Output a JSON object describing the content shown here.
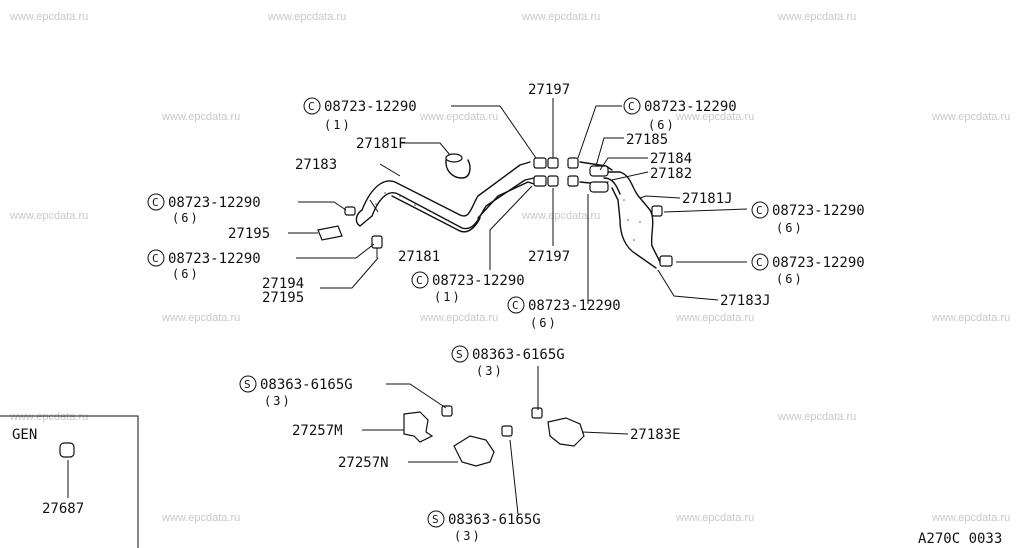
{
  "watermark": "www.epcdata.ru",
  "figure_code": "A270C 0033",
  "gen_label": "GEN",
  "callouts": {
    "c1": {
      "symbol": "C",
      "part": "08723-12290",
      "qty": "(1)"
    },
    "c2": {
      "symbol": "C",
      "part": "08723-12290",
      "qty": "(6)"
    },
    "c3": {
      "symbol": "C",
      "part": "08723-12290",
      "qty": "(6)"
    },
    "c4": {
      "symbol": "C",
      "part": "08723-12290",
      "qty": "(6)"
    },
    "c5": {
      "symbol": "C",
      "part": "08723-12290",
      "qty": "(6)"
    },
    "c6": {
      "symbol": "C",
      "part": "08723-12290",
      "qty": "(6)"
    },
    "c7": {
      "symbol": "C",
      "part": "08723-12290",
      "qty": "(1)"
    },
    "c8": {
      "symbol": "C",
      "part": "08723-12290",
      "qty": "(6)"
    },
    "s1": {
      "symbol": "S",
      "part": "08363-6165G",
      "qty": "(3)"
    },
    "s2": {
      "symbol": "S",
      "part": "08363-6165G",
      "qty": "(3)"
    },
    "s3": {
      "symbol": "S",
      "part": "08363-6165G",
      "qty": "(3)"
    }
  },
  "parts": {
    "p27197_top": "27197",
    "p27197_bot": "27197",
    "p27181F": "27181F",
    "p27183": "27183",
    "p27185": "27185",
    "p27184": "27184",
    "p27182": "27182",
    "p27181J": "27181J",
    "p27195": "27195",
    "p27181": "27181",
    "p27194": "27194",
    "p27195b": "27195",
    "p27183J": "27183J",
    "p27257M": "27257M",
    "p27257N": "27257N",
    "p27183E": "27183E",
    "p27687": "27687"
  }
}
